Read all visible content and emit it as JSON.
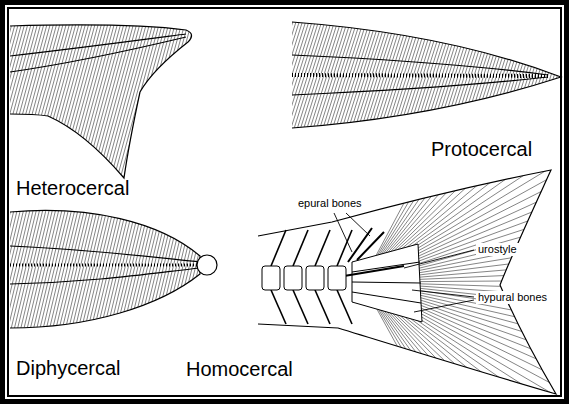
{
  "diagram": {
    "labels": [
      "Heterocercal",
      "Protocercal",
      "Diphycercal",
      "Homocercal",
      "epural bones",
      "urostyle",
      "hypural bones"
    ]
  }
}
